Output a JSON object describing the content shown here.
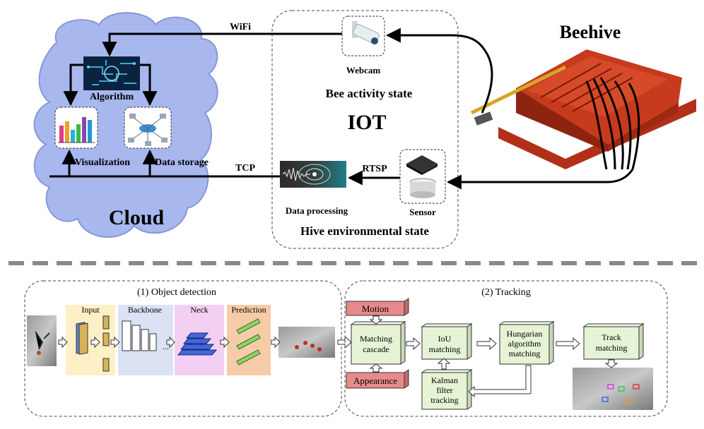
{
  "colors": {
    "cloud": "#a8b8ee",
    "cloud_stroke": "#8797d6",
    "hive": "#c63a1d",
    "hive_dark": "#8e2410",
    "hive_lid": "#d8a52a",
    "input_bg": "#fdf0c7",
    "backbone_bg": "#dbe2f4",
    "neck_bg": "#f3d0f3",
    "prediction_bg": "#f6cba8",
    "red_box": "#e88a8c",
    "green_box": "#e6f3d4",
    "divider": "#8a8a8a"
  },
  "icons": [
    "webcam-icon",
    "algorithm-icon",
    "bar-chart-icon",
    "network-icon",
    "waveform-icon",
    "chip-icon",
    "sensor-icon"
  ],
  "top": {
    "beehive_label": "Beehive",
    "cloud_label": "Cloud",
    "iot_label": "IOT",
    "wifi_label": "WiFi",
    "tcp_label": "TCP",
    "rtsp_label": "RTSP",
    "webcam_label": "Webcam",
    "bee_activity_label": "Bee activity state",
    "hive_env_label": "Hive environmental state",
    "algorithm_label": "Algorithm",
    "visualization_label": "Visualization",
    "data_storage_label": "Data storage",
    "data_processing_label": "Data processing",
    "sensor_label": "Sensor"
  },
  "detection": {
    "title": "(1) Object detection",
    "input_label": "Input",
    "backbone_label": "Backbone",
    "neck_label": "Neck",
    "prediction_label": "Prediction"
  },
  "tracking": {
    "title": "(2) Tracking",
    "motion_label": "Motion",
    "appearance_label": "Appearance",
    "matching_cascade_label": [
      "Matching",
      "cascade"
    ],
    "iou_label": [
      "IoU",
      "matching"
    ],
    "hungarian_label": [
      "Hungarian",
      "algorithm",
      "matching"
    ],
    "kalman_label": [
      "Kalman",
      "filter",
      "tracking"
    ],
    "track_label": [
      "Track",
      "matching"
    ]
  }
}
